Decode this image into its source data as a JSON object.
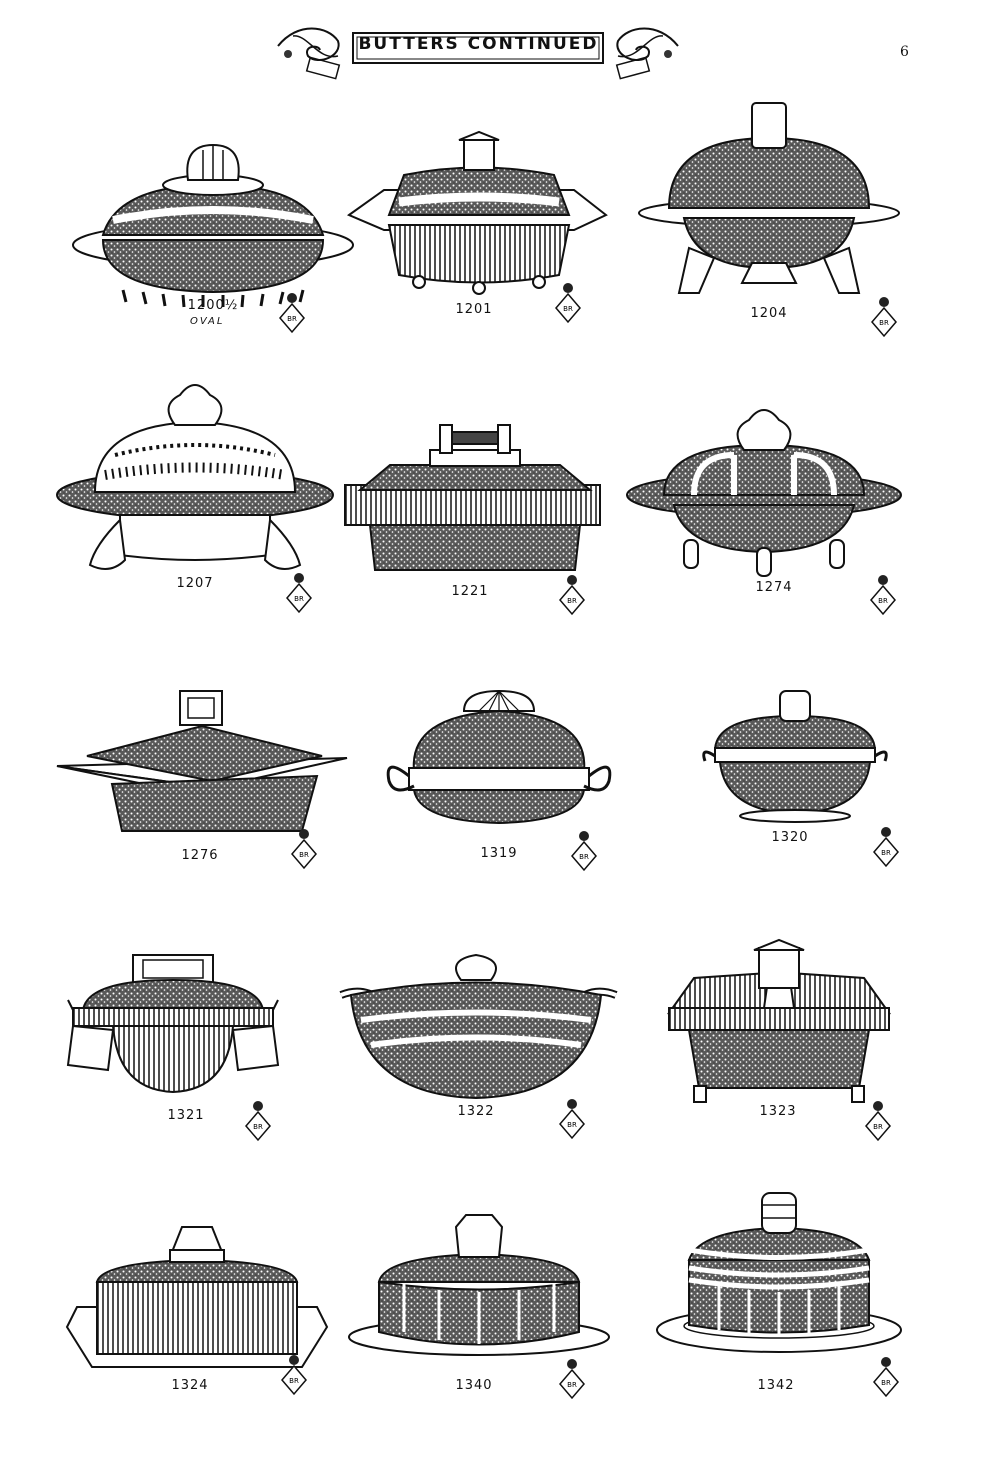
{
  "header": {
    "title": "BUTTERS CONTINUED",
    "page_number": "6"
  },
  "items": [
    {
      "number": "1200½",
      "note": "OVAL"
    },
    {
      "number": "1201"
    },
    {
      "number": "1204"
    },
    {
      "number": "1207"
    },
    {
      "number": "1221"
    },
    {
      "number": "1274"
    },
    {
      "number": "1276"
    },
    {
      "number": "1319"
    },
    {
      "number": "1320"
    },
    {
      "number": "1321"
    },
    {
      "number": "1322"
    },
    {
      "number": "1323"
    },
    {
      "number": "1324"
    },
    {
      "number": "1340"
    },
    {
      "number": "1342"
    }
  ]
}
